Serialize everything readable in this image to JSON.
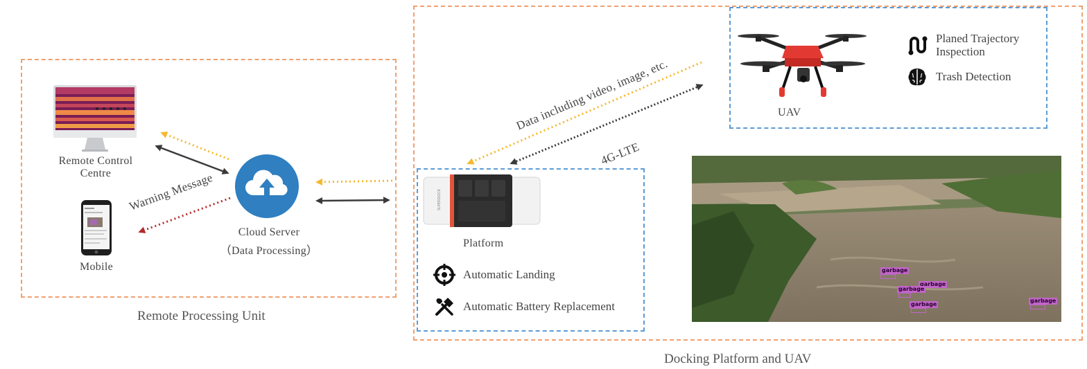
{
  "remote_unit": {
    "caption": "Remote Processing Unit",
    "remote_control_line1": "Remote  Control",
    "remote_control_line2": "Centre",
    "mobile": "Mobile",
    "cloud_line1": "Cloud  Server",
    "cloud_line2": "（Data  Processing）",
    "warning": "Warning Message"
  },
  "docking": {
    "caption": "Docking Platform and UAV",
    "platform_label": "Platform",
    "platform_features": [
      "Automatic Landing",
      "Automatic Battery Replacement"
    ],
    "uav_label": "UAV",
    "uav_feature_1_line1": "Planed Trajectory",
    "uav_feature_1_line2": "Inspection",
    "uav_feature_2": "Trash Detection",
    "data_link": "Data including video, image, etc.",
    "lte_link": "4G-LTE",
    "platform_brand": "SUPERDOCK"
  },
  "detections": [
    "garbage",
    "garbage",
    "garbage",
    "garbage",
    "garbage"
  ],
  "colors": {
    "orange_dash": "#f0a070",
    "blue_dash": "#5b9bd5",
    "data_arrow": "#f5b82e",
    "lte_arrow": "#3a3a3a",
    "warning_arrow": "#b52a2a",
    "cloud": "#2f7fc1",
    "drone_red": "#e23a32",
    "detection": "#c166c9"
  }
}
